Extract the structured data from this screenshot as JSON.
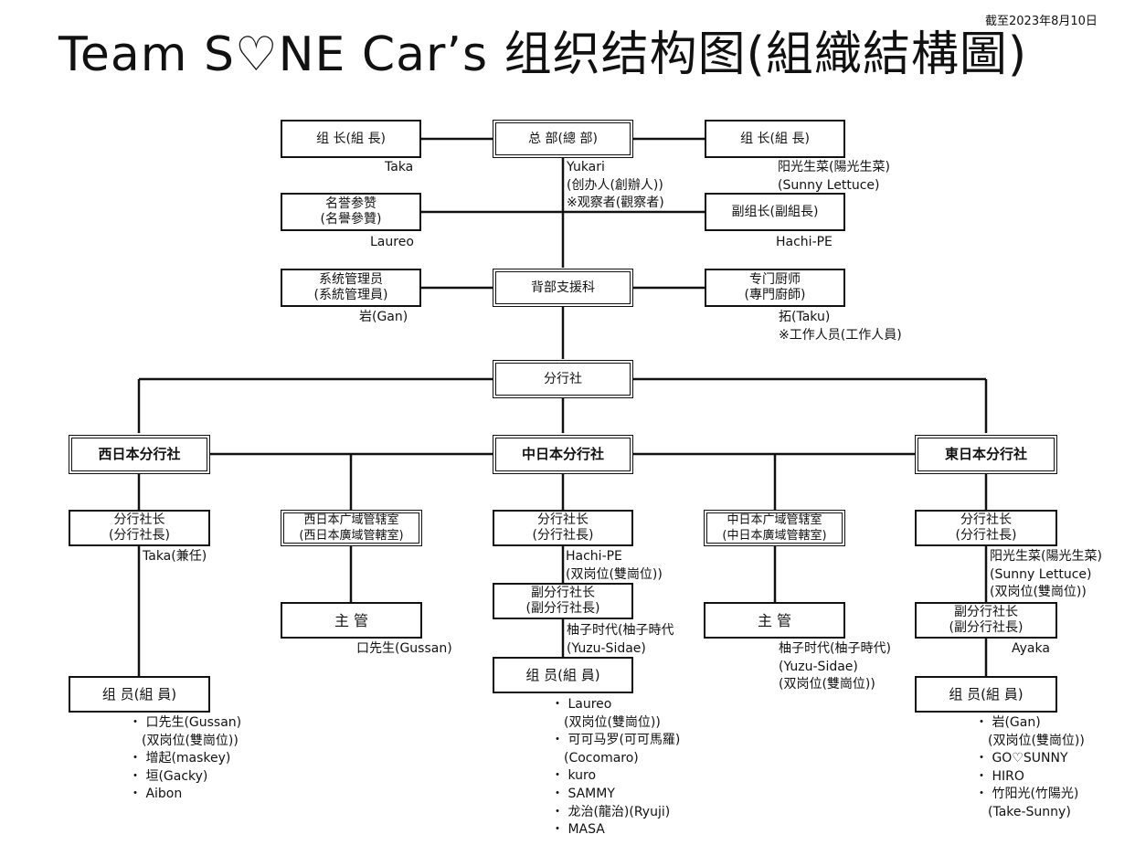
{
  "date": "截至2023年8月10日",
  "title": "Team S♡NE Car’s  组织结构图(組織結構圖)",
  "boxes": {
    "zucho_left": [
      "组 长(組 長)"
    ],
    "hq": [
      "总 部(總 部)"
    ],
    "zucho_right": [
      "组 长(組 長)"
    ],
    "honorary": [
      "名誉参赞",
      "(名譽參贊)"
    ],
    "vice_zucho": [
      "副组长(副組長)"
    ],
    "sysadmin": [
      "系统管理员",
      "(系統管理員)"
    ],
    "support": [
      "背部支援科"
    ],
    "chef": [
      "专门厨师",
      "(專門廚師)"
    ],
    "branches": [
      "分行社"
    ],
    "west": [
      "西日本分行社"
    ],
    "center": [
      "中日本分行社"
    ],
    "east": [
      "東日本分行社"
    ],
    "west_head": [
      "分行社长",
      "(分行社長)"
    ],
    "west_office": [
      "西日本广域管辖室",
      "(西日本廣域管轄室)"
    ],
    "center_head": [
      "分行社长",
      "(分行社長)"
    ],
    "center_office": [
      "中日本广域管辖室",
      "(中日本廣域管轄室)"
    ],
    "east_head": [
      "分行社长",
      "(分行社長)"
    ],
    "west_mgr": [
      "主 管"
    ],
    "center_vice": [
      "副分行社长",
      "(副分行社長)"
    ],
    "center_mgr": [
      "主 管"
    ],
    "east_vice": [
      "副分行社长",
      "(副分行社長)"
    ],
    "west_members": [
      "组 员(組 員)"
    ],
    "center_members": [
      "组 员(組 員)"
    ],
    "east_members": [
      "组 员(組 員)"
    ]
  },
  "labels": {
    "taka": [
      "Taka"
    ],
    "yukari": [
      "Yukari",
      "(创办人(創辦人))",
      "※观察者(觀察者)"
    ],
    "sunny": [
      "阳光生菜(陽光生菜)",
      "(Sunny Lettuce)"
    ],
    "laureo": [
      "Laureo"
    ],
    "hachi": [
      "Hachi-PE"
    ],
    "gan": [
      "岩(Gan)"
    ],
    "taku": [
      "拓(Taku)",
      "※工作人员(工作人員)"
    ],
    "west_head_name": [
      "Taka(兼任)"
    ],
    "center_head_name": [
      "Hachi-PE",
      "(双岗位(雙崗位))"
    ],
    "east_head_name": [
      "阳光生菜(陽光生菜)",
      "(Sunny Lettuce)",
      "(双岗位(雙崗位))"
    ],
    "gussan": [
      "口先生(Gussan)"
    ],
    "center_vice_name": [
      "柚子时代(柚子時代",
      "(Yuzu-Sidae)"
    ],
    "center_mgr_name": [
      "柚子时代(柚子時代)",
      "(Yuzu-Sidae)",
      "(双岗位(雙崗位))"
    ],
    "ayaka": [
      "Ayaka"
    ],
    "west_list": [
      "・ 口先生(Gussan)",
      "　(双岗位(雙崗位))",
      "・ 增起(maskey)",
      "・ 垣(Gacky)",
      "・ Aibon"
    ],
    "center_list": [
      "・ Laureo",
      "　(双岗位(雙崗位))",
      "・ 可可马罗(可可馬羅)",
      "　(Cocomaro)",
      "・ kuro",
      "・ SAMMY",
      "・ 龙治(龍治)(Ryuji)",
      "・ MASA"
    ],
    "east_list": [
      "・ 岩(Gan)",
      "　(双岗位(雙崗位))",
      "・ GO♡SUNNY",
      "・ HIRO",
      "・ 竹阳光(竹陽光)",
      "　(Take-Sunny)"
    ]
  }
}
